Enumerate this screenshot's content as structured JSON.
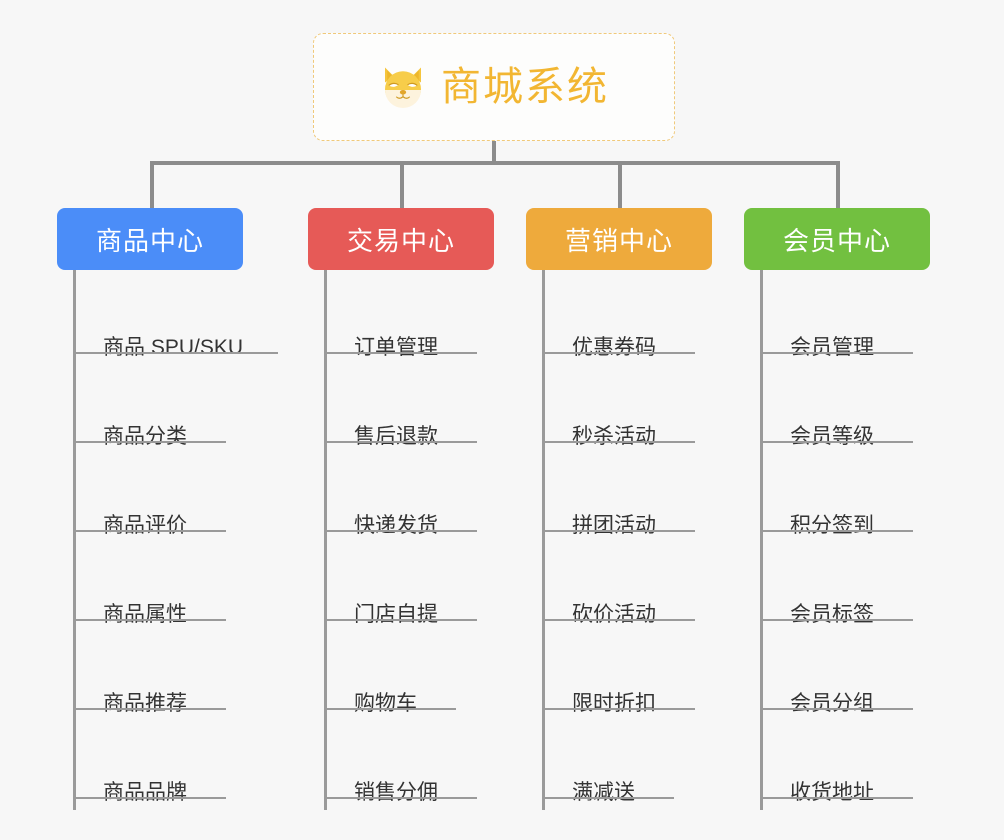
{
  "root": {
    "title": "商城系统",
    "icon": "shiba-dog-icon",
    "border_color": "#f0c97a",
    "text_color": "#f2b632"
  },
  "connector_color": "#8c8c8c",
  "columns": [
    {
      "id": "product-center",
      "label": "商品中心",
      "color": "#4b8df8",
      "items": [
        "商品 SPU/SKU",
        "商品分类",
        "商品评价",
        "商品属性",
        "商品推荐",
        "商品品牌"
      ]
    },
    {
      "id": "trade-center",
      "label": "交易中心",
      "color": "#e65a57",
      "items": [
        "订单管理",
        "售后退款",
        "快递发货",
        "门店自提",
        "购物车",
        "销售分佣"
      ]
    },
    {
      "id": "marketing-center",
      "label": "营销中心",
      "color": "#eeaa3c",
      "items": [
        "优惠券码",
        "秒杀活动",
        "拼团活动",
        "砍价活动",
        "限时折扣",
        "满减送"
      ]
    },
    {
      "id": "member-center",
      "label": "会员中心",
      "color": "#72c040",
      "items": [
        "会员管理",
        "会员等级",
        "积分签到",
        "会员标签",
        "会员分组",
        "收货地址"
      ]
    }
  ]
}
